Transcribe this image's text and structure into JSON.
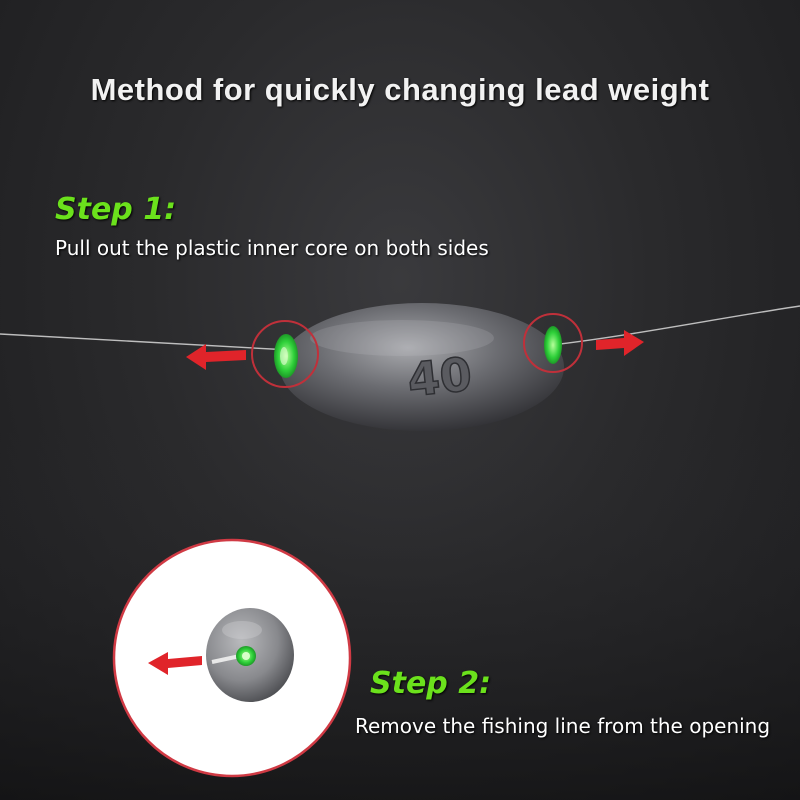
{
  "title": "Method for quickly changing lead weight",
  "step1": {
    "heading": "Step 1:",
    "description": "Pull out the plastic inner core on both sides"
  },
  "step2": {
    "heading": "Step 2:",
    "description": "Remove the fishing line from the opening"
  },
  "sinker": {
    "label": "40"
  },
  "colors": {
    "accent_green": "#6be11c",
    "arrow_red": "#e0242a",
    "circle_outline": "#c0303a",
    "core_green": "#2fd13a"
  }
}
